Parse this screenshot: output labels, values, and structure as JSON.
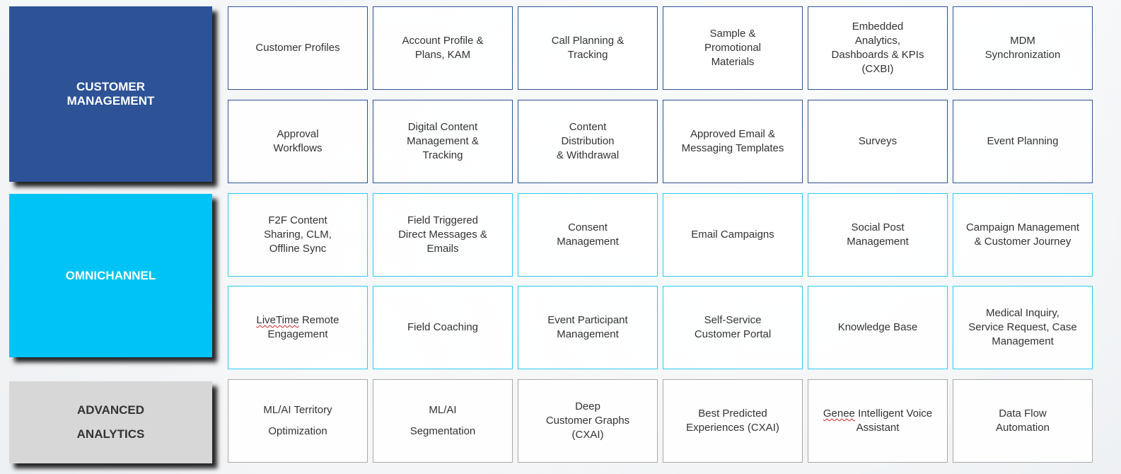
{
  "categories": {
    "customer_management": "CUSTOMER\nMANAGEMENT",
    "omnichannel": "OMNICHANNEL",
    "advanced_analytics": "ADVANCED\nANALYTICS"
  },
  "rows": [
    [
      "Customer Profiles",
      "Account Profile &\nPlans, KAM",
      "Call Planning &\nTracking",
      "Sample &\nPromotional\nMaterials",
      "Embedded\nAnalytics,\nDashboards & KPIs\n(CXBI)",
      "MDM\nSynchronization"
    ],
    [
      "Approval\nWorkflows",
      "Digital Content\nManagement &\nTracking",
      "Content\nDistribution\n&  Withdrawal",
      "Approved Email &\nMessaging Templates",
      "Surveys",
      "Event Planning"
    ],
    [
      "F2F Content\nSharing, CLM,\nOffline Sync",
      "Field Triggered\nDirect Messages &\nEmails",
      "Consent\nManagement",
      "Email Campaigns",
      "Social Post\nManagement",
      "Campaign Management\n& Customer Journey"
    ],
    [
      "Remote\nEngagement",
      "Field Coaching",
      "Event Participant\nManagement",
      "Self-Service\nCustomer Portal",
      "Knowledge Base",
      "Medical Inquiry,\nService Request, Case\nManagement"
    ],
    [
      "ML/AI Territory\nOptimization",
      "ML/AI\nSegmentation",
      "Deep\nCustomer Graphs\n(CXAI)",
      "Best Predicted\nExperiences (CXAI)",
      "Intelligent Voice\nAssistant",
      "Data Flow\nAutomation"
    ]
  ],
  "spellmarked": {
    "livetime": "LiveTime",
    "genee": "Genee"
  },
  "colors": {
    "customer_management": "#2d5296",
    "omnichannel": "#00c3f5",
    "advanced_analytics": "#d7d7d7"
  }
}
